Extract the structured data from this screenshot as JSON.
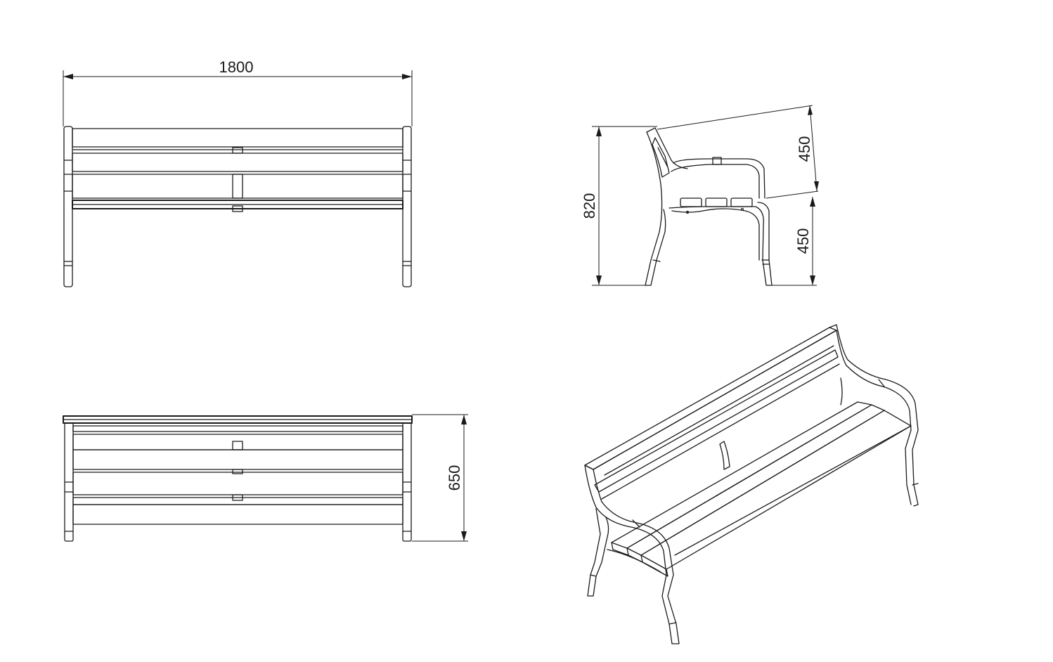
{
  "views": {
    "front": {
      "width_label": "1800"
    },
    "side": {
      "height_label": "820",
      "back_label": "450",
      "seat_label": "450"
    },
    "top": {
      "depth_label": "650"
    },
    "isometric": {}
  },
  "colors": {
    "line": "#1a1a1a",
    "background": "#ffffff"
  }
}
